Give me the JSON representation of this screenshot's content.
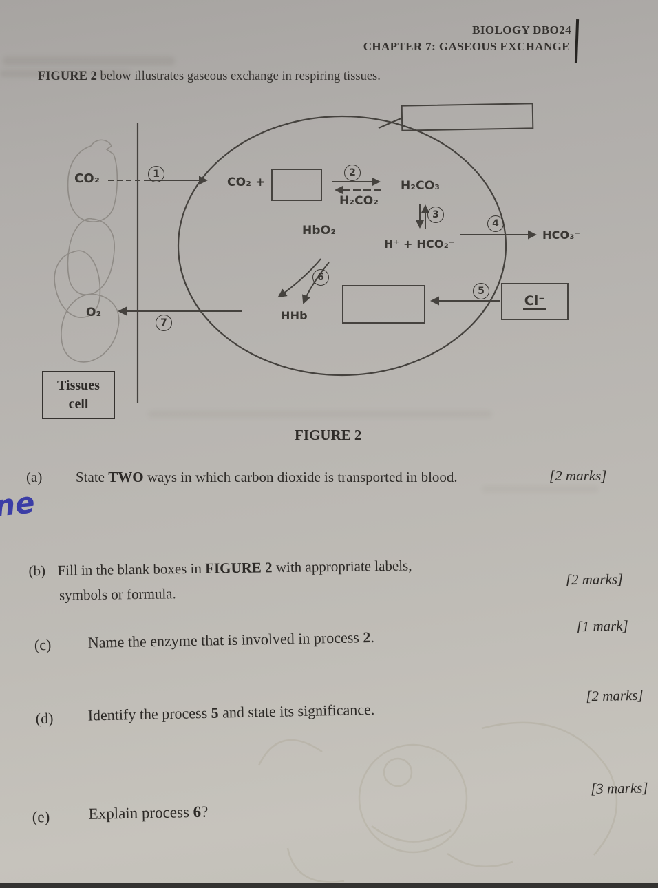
{
  "header": {
    "line1": "BIOLOGY DBO24",
    "line2": "CHAPTER 7: GASEOUS EXCHANGE"
  },
  "intro": {
    "bold": "FIGURE 2",
    "rest": " below illustrates gaseous exchange in respiring tissues."
  },
  "figure_caption": "FIGURE 2",
  "handwriting": "ne",
  "diagram": {
    "labels": {
      "co2_tissue": "CO₂",
      "co2_plus": "CO₂ +",
      "h2co2": "H₂CO₂",
      "h2co3": "H₂CO₃",
      "hbo2": "HbO₂",
      "h_hco2": "H⁺ + HCO₂⁻",
      "hco3": "HCO₃⁻",
      "hhb": "HHb",
      "cl": "Cl⁻",
      "o2": "O₂",
      "tissues_line1": "Tissues",
      "tissues_line2": "cell"
    },
    "steps": {
      "s1": "1",
      "s2": "2",
      "s3": "3",
      "s4": "4",
      "s5": "5",
      "s6": "6",
      "s7": "7"
    }
  },
  "questions": {
    "a": {
      "num": "(a)",
      "pre": "State ",
      "bold": "TWO",
      "post": " ways in which carbon dioxide is transported in blood.",
      "marks": "[2 marks]"
    },
    "b": {
      "num": "(b)",
      "pre": "Fill in the blank boxes in ",
      "bold": "FIGURE 2",
      "post": " with appropriate labels,",
      "line2": "symbols or formula.",
      "marks": "[2 marks]"
    },
    "c": {
      "num": "(c)",
      "pre": "Name the enzyme that is involved in process ",
      "bold": "2",
      "post": ".",
      "marks": "[1 mark]"
    },
    "d": {
      "num": "(d)",
      "pre": "Identify the process ",
      "bold": "5",
      "post": " and state its significance.",
      "marks": "[2 marks]"
    },
    "e": {
      "num": "(e)",
      "pre": "Explain process ",
      "bold": "6",
      "post": "?",
      "marks": "[3 marks]"
    }
  },
  "colors": {
    "ink": "#35322f",
    "diagram_line": "#45423e",
    "pen_blue": "#3b3da6",
    "paper": "#b7b4b0"
  }
}
